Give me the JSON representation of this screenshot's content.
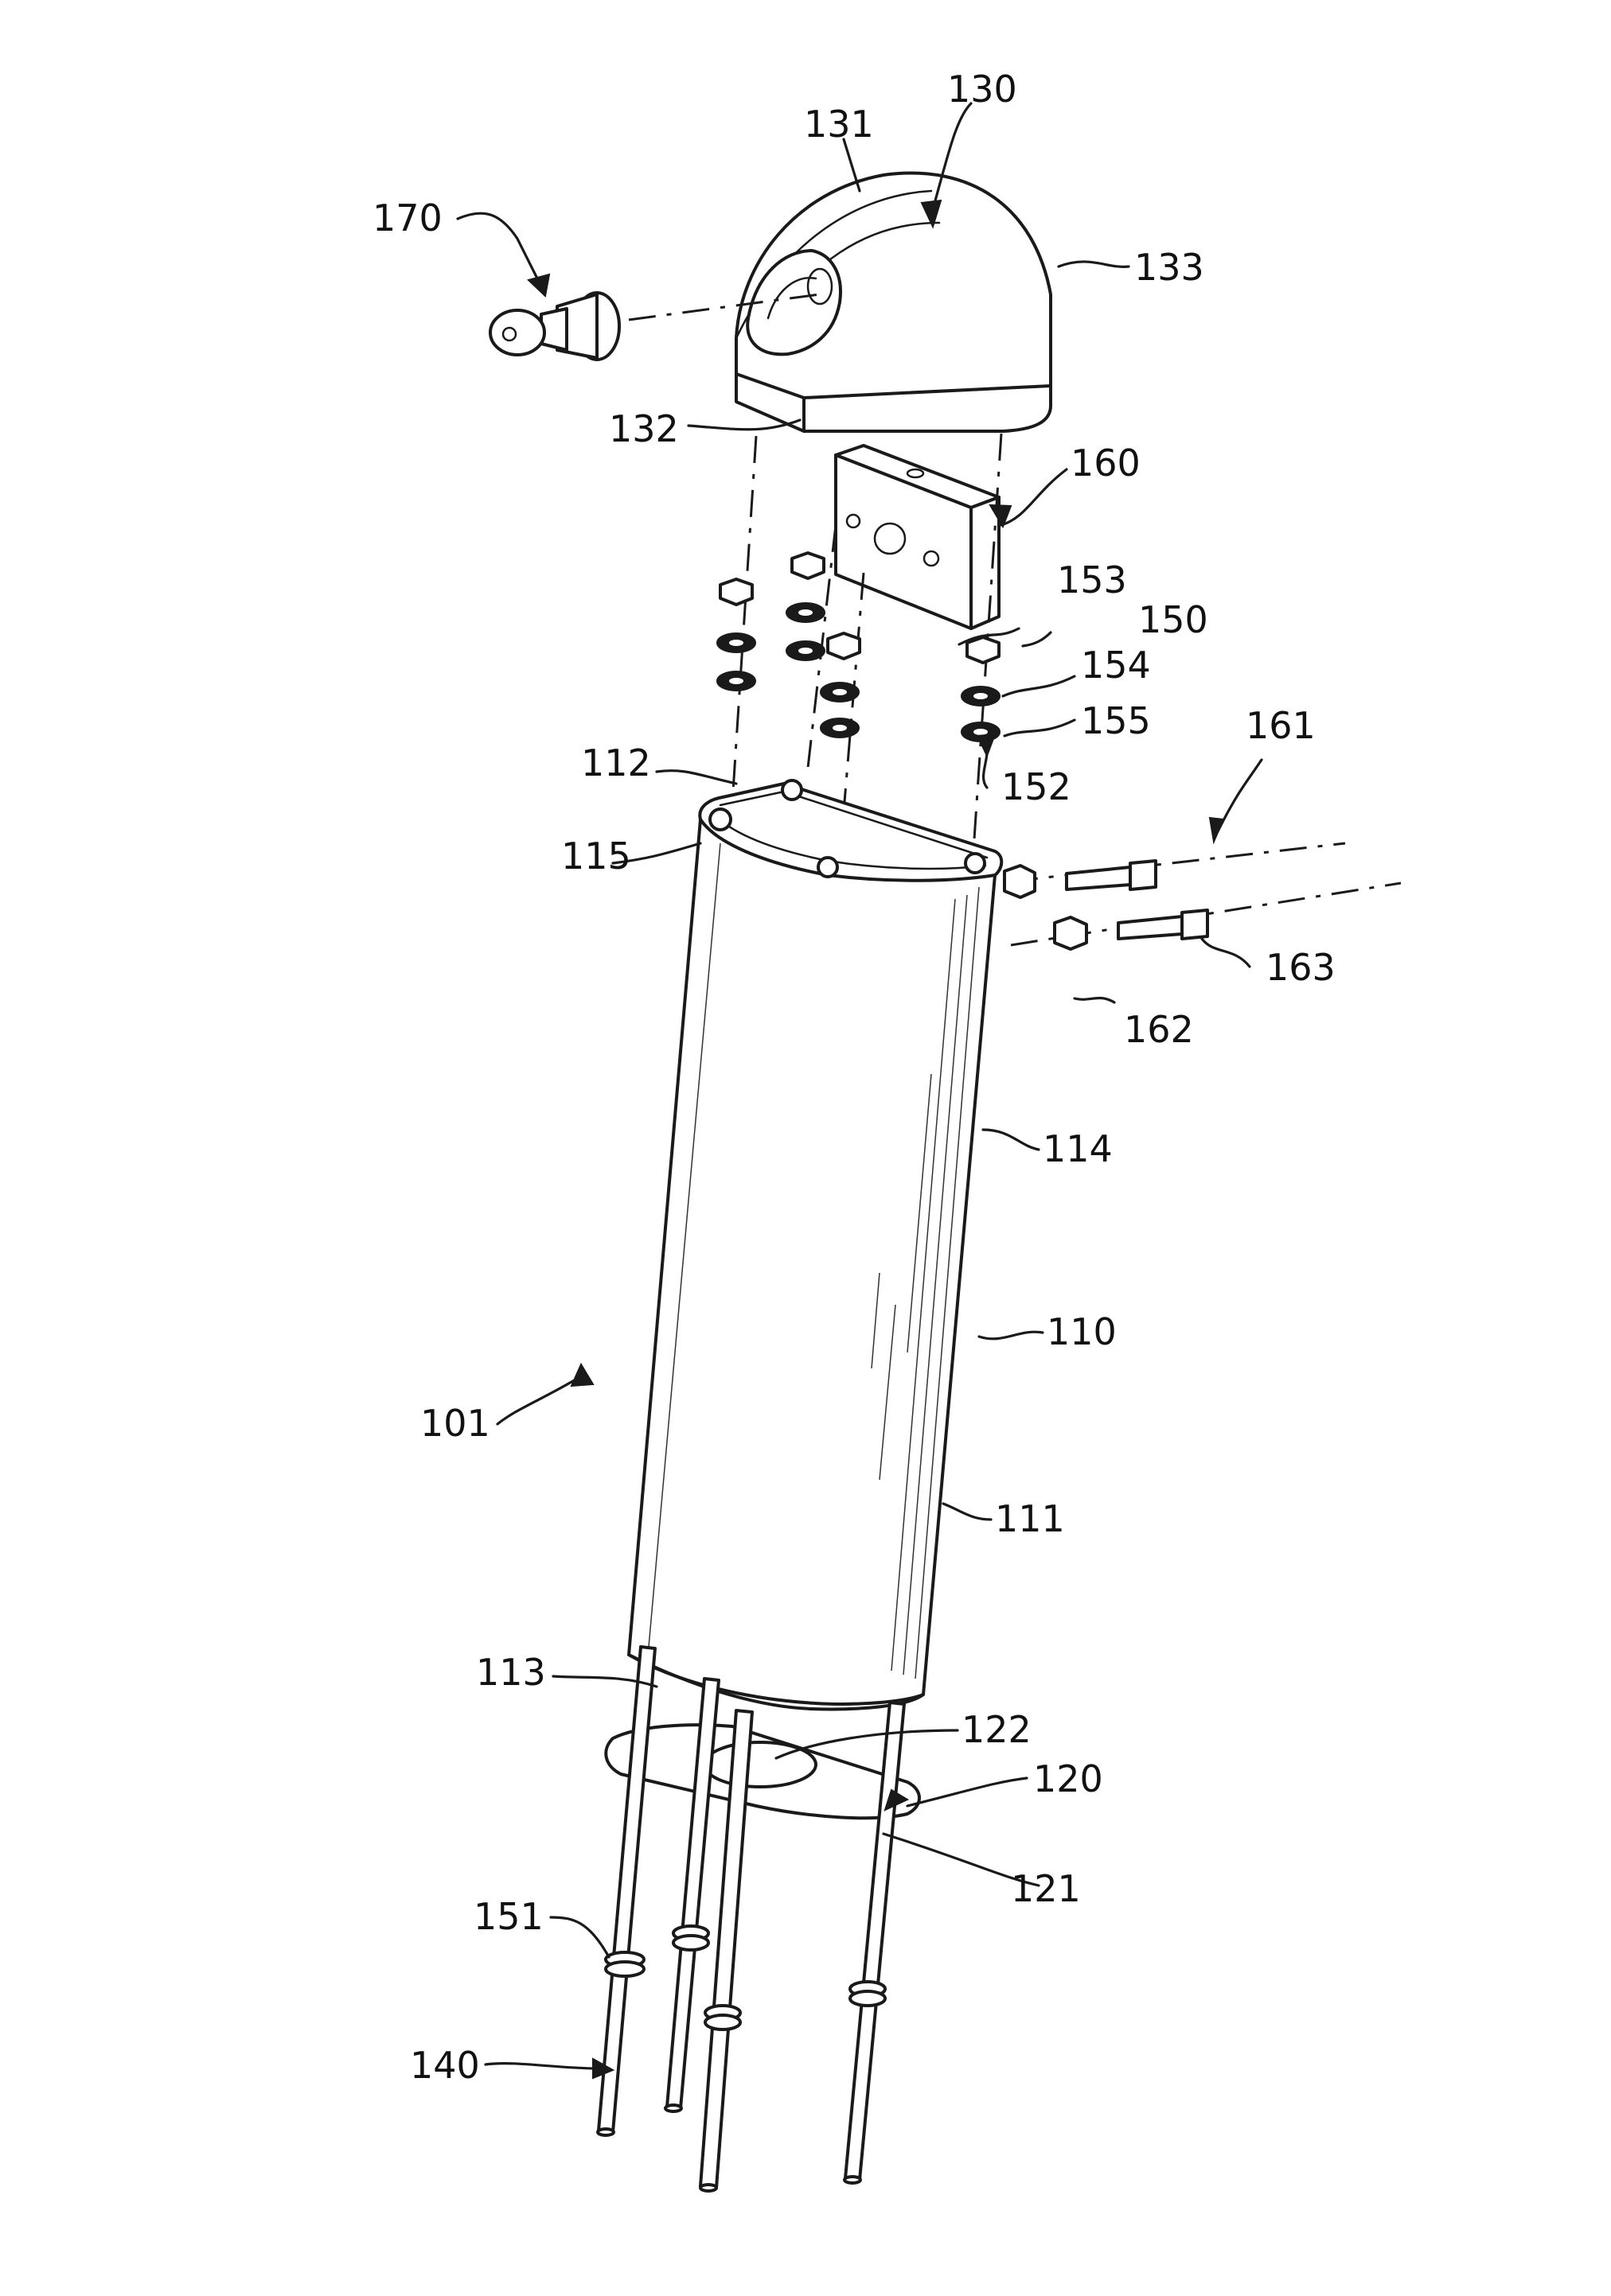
{
  "labels": {
    "r101": "101",
    "r110": "110",
    "r111": "111",
    "r112": "112",
    "r113": "113",
    "r114": "114",
    "r115": "115",
    "r120": "120",
    "r121": "121",
    "r122": "122",
    "r130": "130",
    "r131": "131",
    "r132": "132",
    "r133": "133",
    "r140": "140",
    "r150": "150",
    "r151": "151",
    "r152": "152",
    "r153": "153",
    "r154": "154",
    "r155": "155",
    "r160": "160",
    "r161": "161",
    "r162": "162",
    "r163": "163",
    "r170": "170"
  }
}
